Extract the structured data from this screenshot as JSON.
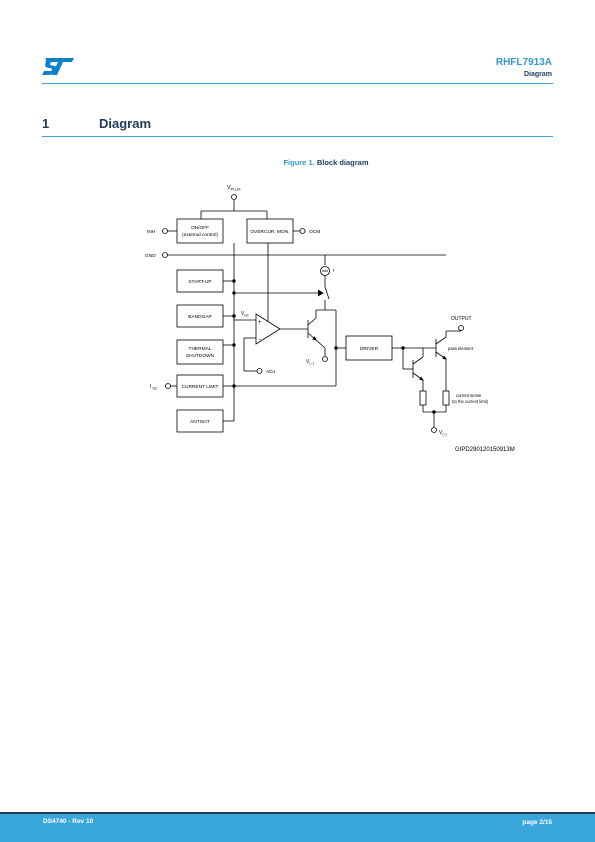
{
  "header": {
    "logo": "ST",
    "doc_title": "RHFL7913A",
    "section_name": "Diagram"
  },
  "section": {
    "number": "1",
    "title": "Diagram"
  },
  "figure": {
    "label": "Figure 1.",
    "caption": "Block diagram",
    "code": "GIPD290120150913M",
    "blocks": {
      "onoff_line1": "ON/OFF",
      "onoff_line2": "(external control)",
      "overcur": "OVERCUR. MON.",
      "startup": "START-UP",
      "bandgap": "BANDGAP",
      "thermal_line1": "THERMAL",
      "thermal_line2": "SHUTDOWN",
      "current_limit": "CURRENT LIMIT",
      "antisat": "ANTISAT",
      "driver": "DRIVER"
    },
    "pins": {
      "vplus_main": "V",
      "vplus_sub": "PLUS",
      "inh": "INH",
      "gnd": "GND",
      "ocm": "OCM",
      "isc_main": "I",
      "isc_sub": "SC",
      "adj": "ADJ",
      "output": "OUTPUT",
      "vref_main": "V",
      "vref_sub": "ref",
      "vminus_main": "V",
      "vminus_sub": "(−)"
    },
    "labels": {
      "current_source": "I",
      "pass_element": "pass element",
      "sense_line1": "current sense",
      "sense_line2": "(to the current limit)",
      "opamp_plus": "+",
      "opamp_minus": "−"
    }
  },
  "footer": {
    "doc_rev": "DS4740 - Rev 10",
    "page": "page 2/15"
  }
}
